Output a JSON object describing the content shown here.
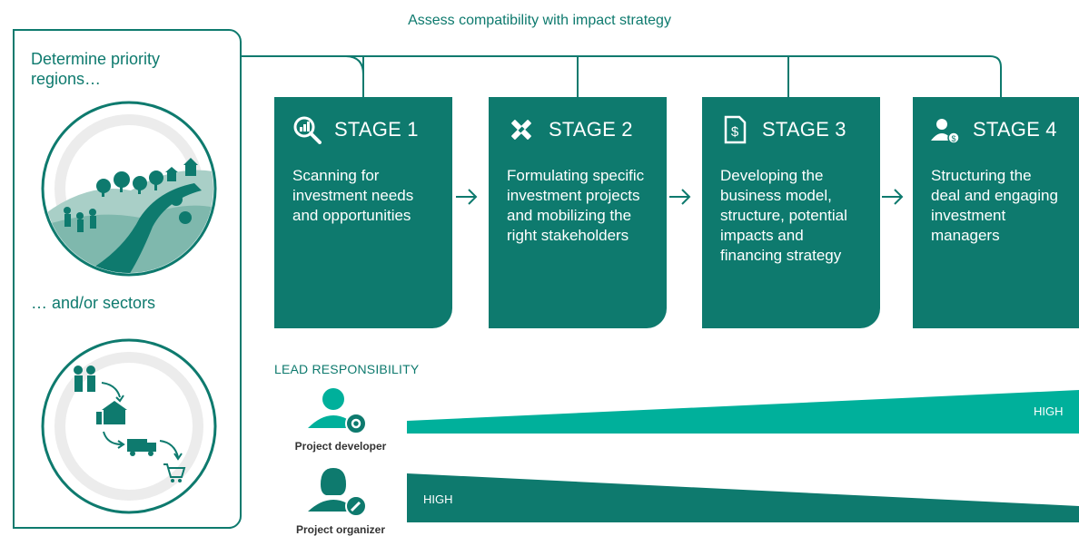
{
  "title": "Assess compatibility with impact strategy",
  "left_panel": {
    "regions_label": "Determine priority regions…",
    "sectors_label": "… and/or sectors"
  },
  "stages": [
    {
      "label": "STAGE 1",
      "icon": "magnifier-chart-icon",
      "desc": "Scanning for investment needs and opportunities"
    },
    {
      "label": "STAGE 2",
      "icon": "pencil-ruler-icon",
      "desc": "Formulating specific investment projects and mobilizing the right stakeholders"
    },
    {
      "label": "STAGE 3",
      "icon": "dollar-document-icon",
      "desc": "Developing the business model, structure, potential impacts and financing strategy"
    },
    {
      "label": "STAGE 4",
      "icon": "investor-icon",
      "desc": "Structuring the deal and engaging investment managers"
    }
  ],
  "lead": {
    "title": "LEAD RESPONSIBILITY",
    "developer": {
      "label": "Project developer",
      "high_label": "HIGH",
      "trend": "increasing"
    },
    "organizer": {
      "label": "Project organizer",
      "high_label": "HIGH",
      "trend": "decreasing"
    }
  },
  "colors": {
    "dark_teal": "#0e7a6e",
    "light_teal": "#00b09b"
  }
}
